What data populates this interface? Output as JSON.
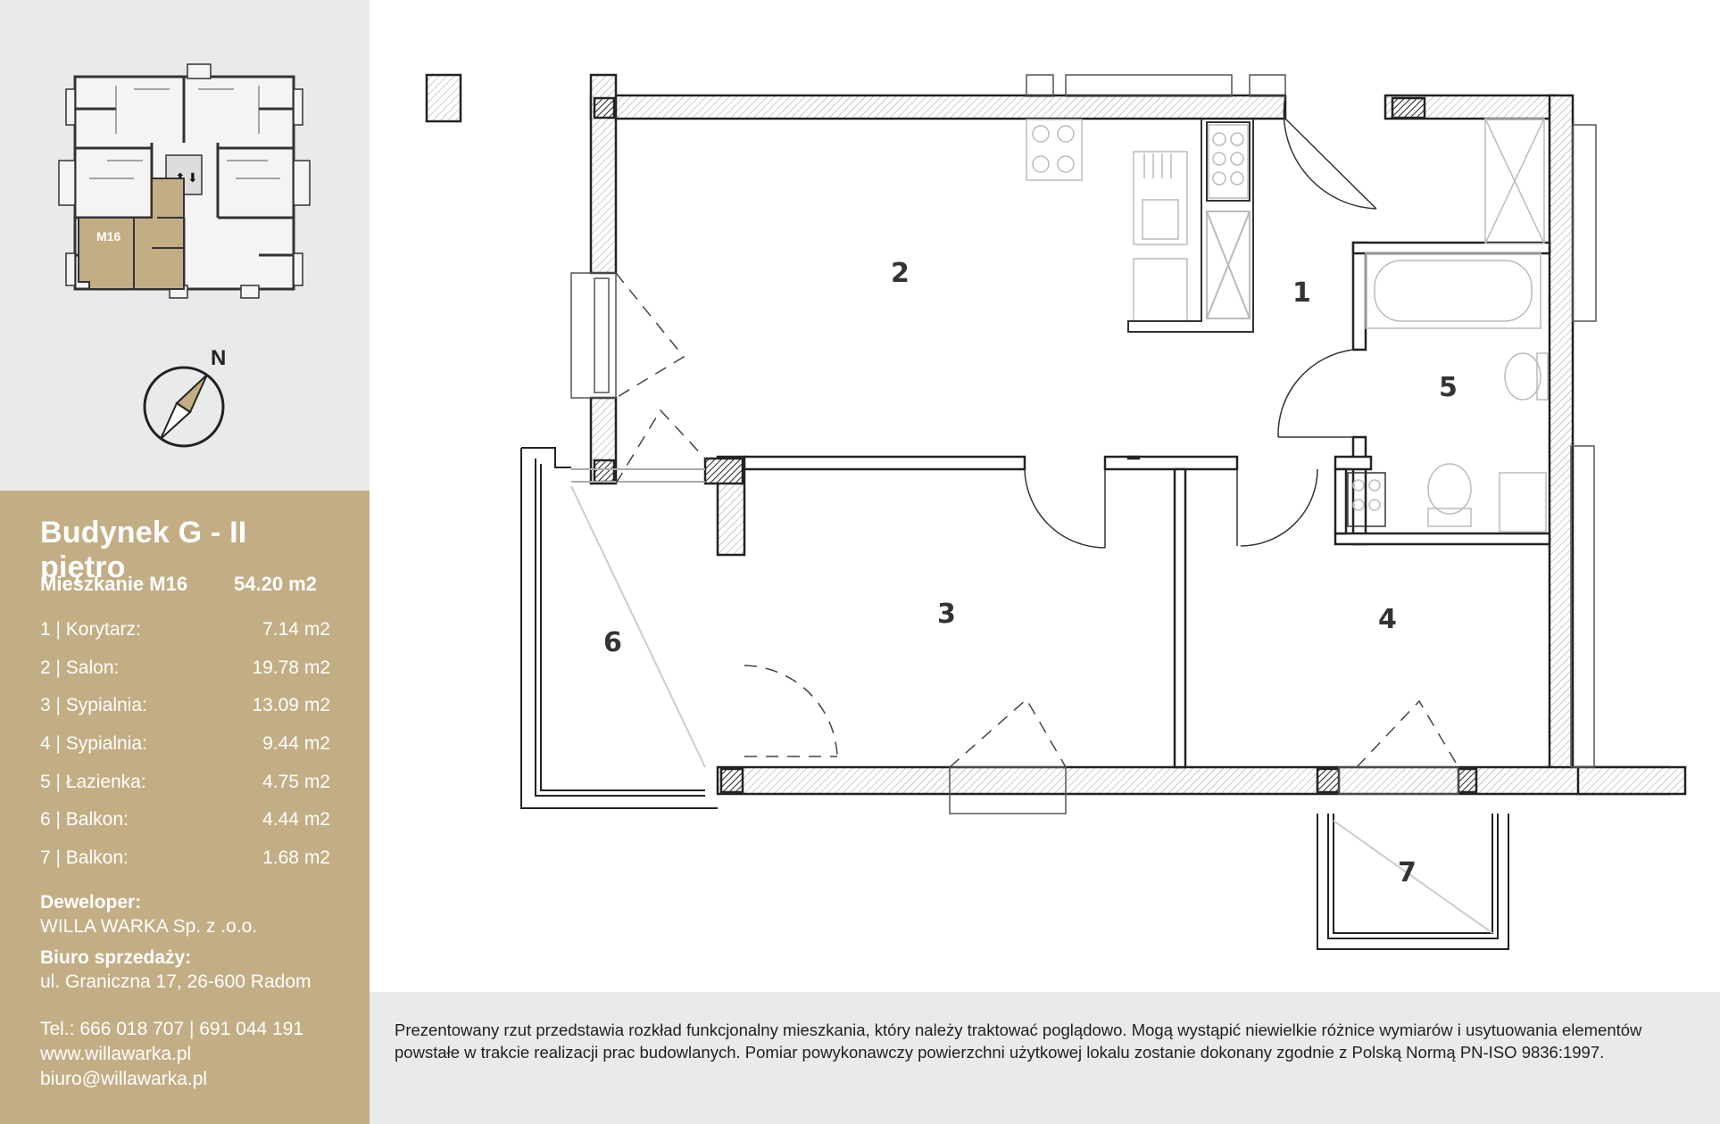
{
  "building": {
    "title": "Budynek G - II piętro",
    "unit_label": "Mieszkanie M16",
    "unit_area": "54.20 m2",
    "mini_plan_label": "M16",
    "compass_label": "N"
  },
  "rooms": [
    {
      "label": "1 | Korytarz:",
      "area": "7.14 m2",
      "number": "1"
    },
    {
      "label": "2 | Salon:",
      "area": "19.78 m2",
      "number": "2"
    },
    {
      "label": "3 | Sypialnia:",
      "area": "13.09 m2",
      "number": "3"
    },
    {
      "label": "4 | Sypialnia:",
      "area": "9.44 m2",
      "number": "4"
    },
    {
      "label": "5 | Łazienka:",
      "area": "4.75 m2",
      "number": "5"
    },
    {
      "label": "6 | Balkon:",
      "area": "4.44 m2",
      "number": "6"
    },
    {
      "label": "7 | Balkon:",
      "area": "1.68 m2",
      "number": "7"
    }
  ],
  "developer": {
    "heading": "Deweloper:",
    "name": "WILLA WARKA Sp. z .o.o."
  },
  "sales_office": {
    "heading": "Biuro sprzedaży:",
    "address": "ul. Graniczna 17, 26-600 Radom"
  },
  "contact": {
    "phone": "Tel.: 666 018 707 | 691 044 191",
    "website": "www.willawarka.pl",
    "email": "biuro@willawarka.pl"
  },
  "disclaimer": "Prezentowany rzut przedstawia rozkład funkcjonalny mieszkania, który należy traktować poglądowo. Mogą wystąpić niewielkie różnice wymiarów i usytuowania elementów powstałe w trakcie realizacji prac budowlanych. Pomiar powykonawczy powierzchni użytkowej lokalu zostanie dokonany zgodnie z Polską Normą PN-ISO 9836:1997.",
  "colors": {
    "sidebar_top": "#e9ebea",
    "sidebar_accent": "#c3ad84",
    "highlight_unit": "#c3ad84"
  }
}
